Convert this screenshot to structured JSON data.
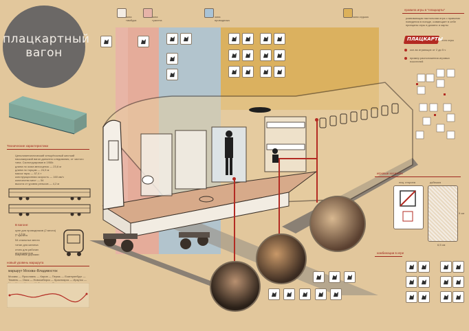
{
  "title": {
    "line1": "плацкартный",
    "line2": "вагон"
  },
  "top_labels": [
    "зона тамбура",
    "зона туалета",
    "зона проводника",
    "зона отдыха"
  ],
  "tech_header": "Технические характеристики",
  "tech_text": "Цельнометаллический четырёхосный жесткий пассажирский вагон дальнего следования, от чистого типа. Сконструирован в 1950г.",
  "tech_lines": [
    "длина по осям автосцепок — 23,6 м",
    "длина по торцам — 24,5 м",
    "масса тары — 57,4 т",
    "конструкционная скорость — 160 км/ч",
    "количество мест — 54",
    "высота от уровня рельсов — 4,2 м"
  ],
  "in_wagon_header": "В вагоне:",
  "in_wagon_lines": [
    "купе для проводников (2 места) — 1,5 м",
    "2 туалета",
    "54 спальных места",
    "титан для кипятка",
    "отсек для рабочих инструментов",
    "ковровые дорожки"
  ],
  "route_header": "новый уровень маршрута",
  "route_caption": "маршрут Москва–Владивосток",
  "route_text": "Москва — Ярославль — Киров — Пермь — Екатеринбург — Тюмень — Омск — Новосибирск — Красноярск — Иркутск — Улан-Удэ — Чита — Хабаровск — Владивосток",
  "rules_header": "правила игры в \"плацкарты\"",
  "rules_text": "развивающая настольная игра о правилах поведения в поезде, совмещает в себе принципы игры в домино и карты",
  "logo_text": "ПЛАЦКАРТЫ",
  "logo_sub": "лого игры",
  "rules_items": [
    "кол-во играющих от 2 до 5 ч",
    "пример расположения игровых носителей"
  ],
  "game_carrier_header": "игровые носители",
  "face_label": "лиц. сторона",
  "back_label": "рубашка",
  "dims": [
    "9 см",
    "6,5 см"
  ],
  "combos_header": "комбинации в игре",
  "colors": {
    "bg": "#e2c79c",
    "red": "#b32a22",
    "pink": "#e8a9a1",
    "blue": "#a9c3d6",
    "gold": "#dcb15a",
    "dark": "#6b6866"
  },
  "icons": [
    "vestibule-icon",
    "restroom-icon",
    "conductor-icon",
    "rest-icon"
  ]
}
